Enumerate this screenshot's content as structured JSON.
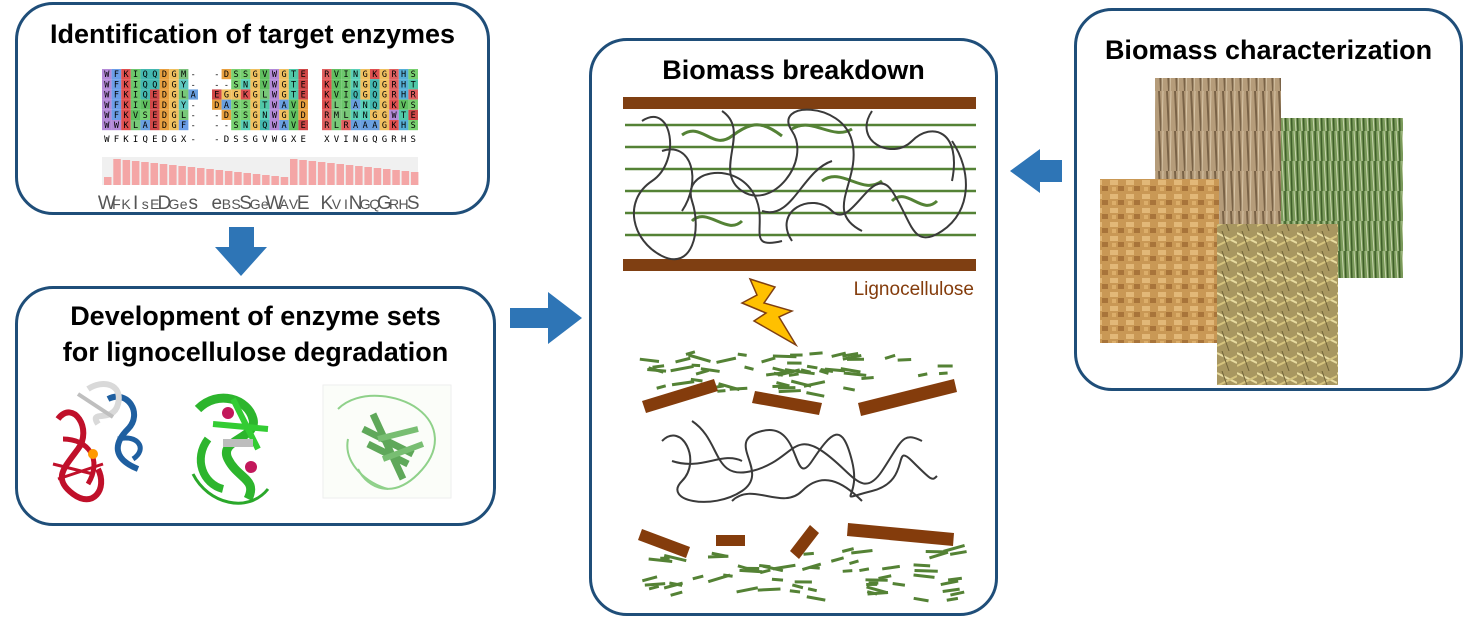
{
  "panels": {
    "identification": {
      "title": "Identification of target enzymes"
    },
    "development": {
      "title_line1": "Development of enzyme sets",
      "title_line2": "for lignocellulose degradation"
    },
    "breakdown": {
      "title": "Biomass breakdown",
      "lignocellulose_label": "Lignocellulose"
    },
    "characterization": {
      "title": "Biomass characterization"
    }
  },
  "alignment": {
    "rows": [
      [
        "WFKIQQDGM-",
        "-DSSGVWGTE",
        "RVINGKGRHS"
      ],
      [
        "WFKIQQDGY-",
        "--SNGVWGTE",
        "KVINGQGRHT"
      ],
      [
        "WFKIQEDGLA",
        "EGGKGLWGTE",
        "KVIQGQGRHR"
      ],
      [
        "WFKIVEDGY-",
        "DASSGTWAVD",
        "KLIANQGKVS"
      ],
      [
        "WFKVSEDGL-",
        "-DSSGNWGVD",
        "RMLNNGGWTE"
      ],
      [
        "WWKLAEDGF-",
        "--SNGQWAVE",
        "RLRAAAGKHS"
      ]
    ],
    "consensus": [
      "WFKIQEDGX-",
      "-DSSGVWGXE",
      "XVINGQGRHS"
    ],
    "logo": [
      "WFKIsEDGes",
      "eBSSGeWAVE",
      "KVINGQGRHS"
    ]
  },
  "colors": {
    "border": "#1f4e79",
    "arrow": "#2e75b6",
    "lignin": "#7f3f12",
    "cellulose": "#548235",
    "polymer": "#3a3a3a",
    "bolt": "#ffc000",
    "histogram": "#f4a6a6"
  }
}
